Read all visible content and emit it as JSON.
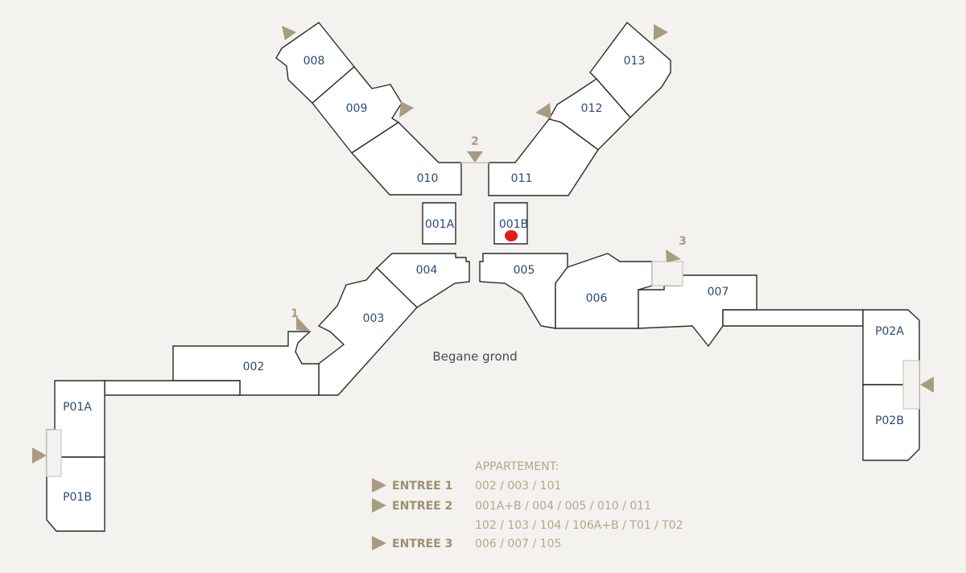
{
  "floor_name": "Begane grond",
  "units": {
    "u008": "008",
    "u009": "009",
    "u010": "010",
    "u013": "013",
    "u012": "012",
    "u011": "011",
    "u001a": "001A",
    "u001b": "001B",
    "u004": "004",
    "u005": "005",
    "u003": "003",
    "u002": "002",
    "u006": "006",
    "u007": "007",
    "p01a": "P01A",
    "p01b": "P01B",
    "p02a": "P02A",
    "p02b": "P02B"
  },
  "entries": {
    "e1": "1",
    "e2": "2",
    "e3": "3"
  },
  "legend": {
    "header": "APPARTEMENT:",
    "rows": [
      {
        "label": "ENTREE 1",
        "value": "002 / 003 / 101"
      },
      {
        "label": "ENTREE 2",
        "value": "001A+B / 004 / 005 / 010 / 011"
      },
      {
        "label": "",
        "value": "102 / 103 / 104 / 106A+B / T01 / T02"
      },
      {
        "label": "ENTREE 3",
        "value": "006 / 007 / 105"
      }
    ]
  },
  "selected_unit": "001B",
  "colors": {
    "accent": "#a79c82",
    "marker": "#e01b1b",
    "unit_label": "#2a4a7a"
  }
}
